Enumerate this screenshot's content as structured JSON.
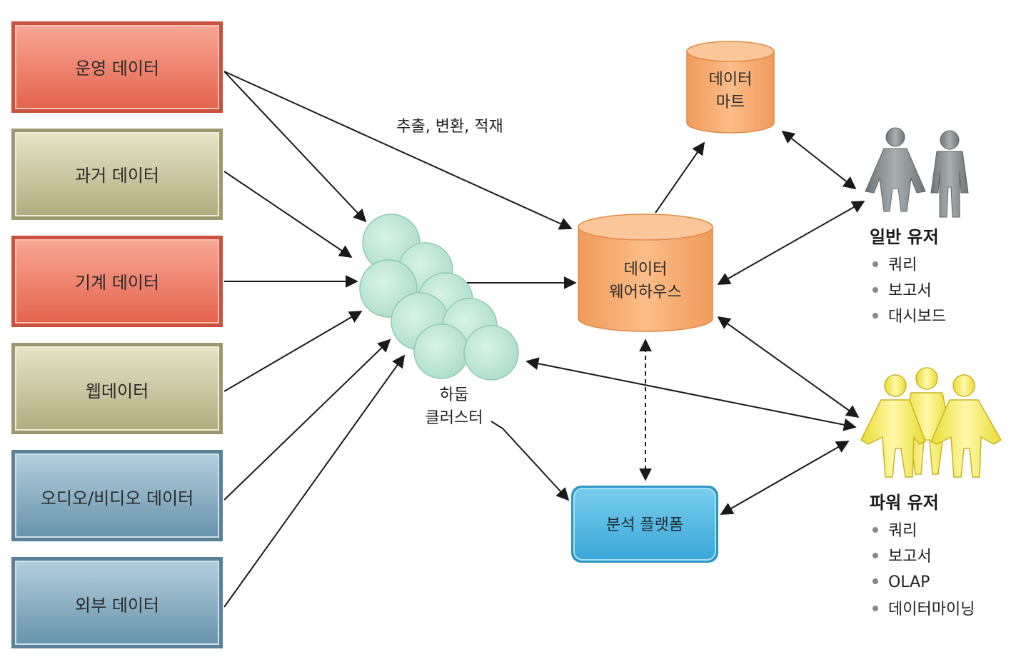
{
  "sources": {
    "operational": "운영 데이터",
    "historical": "과거 데이터",
    "machine": "기계 데이터",
    "web": "웹데이터",
    "audio_video": "오디오/비디오 데이터",
    "external": "외부 데이터"
  },
  "etl_label": "추출, 변환, 적재",
  "hadoop": {
    "line1": "하둡",
    "line2": "클러스터"
  },
  "warehouse": {
    "line1": "데이터",
    "line2": "웨어하우스"
  },
  "mart": {
    "line1": "데이터",
    "line2": "마트"
  },
  "analytics_platform": "분석 플랫폼",
  "general_users": {
    "title": "일반 유저",
    "items": [
      "쿼리",
      "보고서",
      "대시보드"
    ]
  },
  "power_users": {
    "title": "파워 유저",
    "items": [
      "쿼리",
      "보고서",
      "OLAP",
      "데이터마이닝"
    ]
  },
  "colors": {
    "red_box": "#ec7d68",
    "olive_box": "#c9c5a0",
    "blue_box": "#89afc4",
    "orange": "#f7ad73",
    "platform_blue": "#54bde6",
    "hadoop_green": "#bfe8d6",
    "general_user": "#8f9597",
    "power_user": "#f5ec6a"
  }
}
